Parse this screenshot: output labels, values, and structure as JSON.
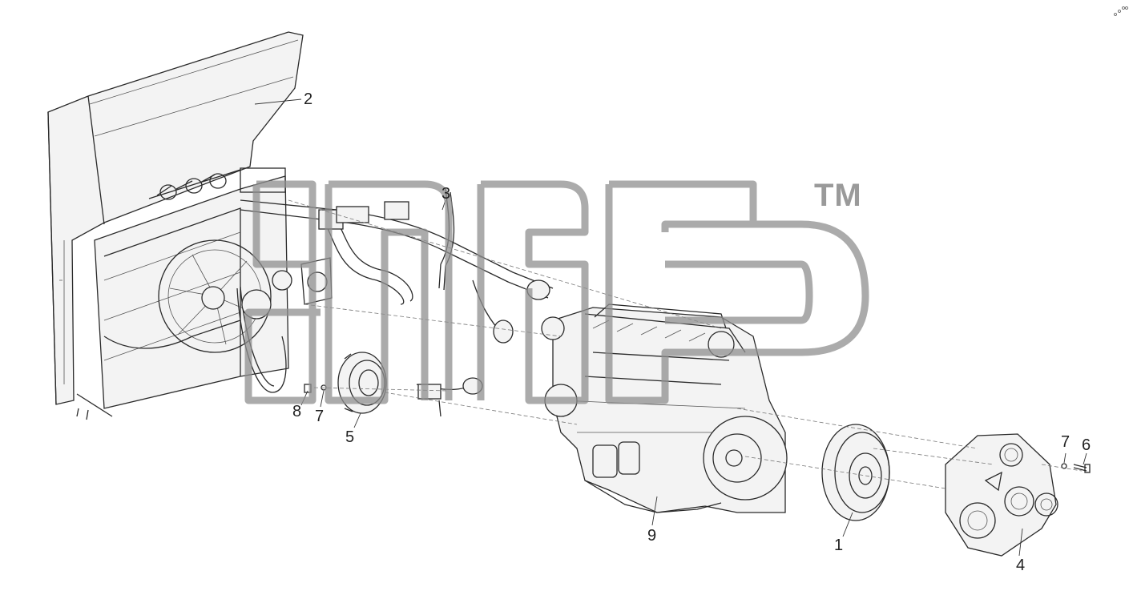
{
  "diagram": {
    "watermark_mark": "TM",
    "callouts": [
      {
        "id": "2",
        "text": "2"
      },
      {
        "id": "3",
        "text": "3"
      },
      {
        "id": "8",
        "text": "8"
      },
      {
        "id": "7a",
        "text": "7"
      },
      {
        "id": "5",
        "text": "5"
      },
      {
        "id": "9",
        "text": "9"
      },
      {
        "id": "1",
        "text": "1"
      },
      {
        "id": "7b",
        "text": "7"
      },
      {
        "id": "6",
        "text": "6"
      },
      {
        "id": "4",
        "text": "4"
      }
    ]
  }
}
